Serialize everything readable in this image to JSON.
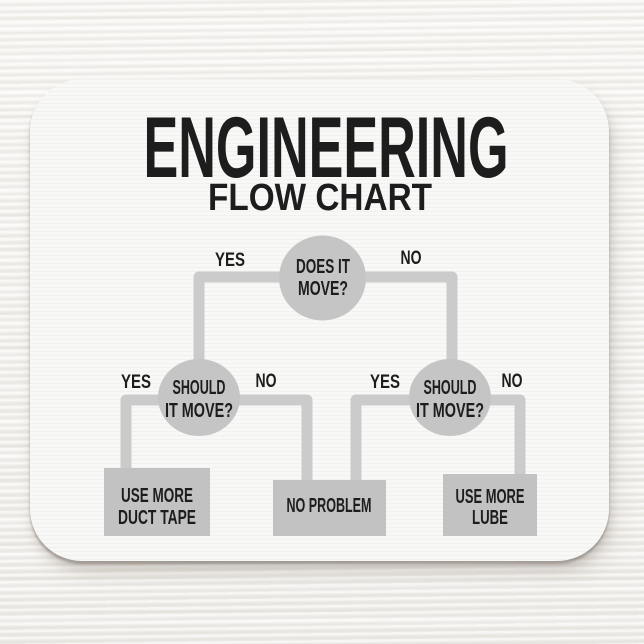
{
  "colors": {
    "connector": "#cbcbcb",
    "node": "#c5c5c5",
    "box": "#c2c2c2",
    "ink": "#1d1d1d"
  },
  "title": {
    "line1": "ENGINEERING",
    "line2": "FLOW CHART"
  },
  "chart": {
    "root": {
      "question_line1": "DOES IT",
      "question_line2": "MOVE?",
      "yes_label": "YES",
      "no_label": "NO"
    },
    "left": {
      "question_line1": "SHOULD",
      "question_line2": "IT MOVE?",
      "yes_label": "YES",
      "no_label": "NO"
    },
    "right": {
      "question_line1": "SHOULD",
      "question_line2": "IT MOVE?",
      "yes_label": "YES",
      "no_label": "NO"
    },
    "outcomes": {
      "duct_line1": "USE MORE",
      "duct_line2": "DUCT TAPE",
      "no_problem": "NO PROBLEM",
      "lube_line1": "USE MORE",
      "lube_line2": "LUBE"
    }
  }
}
